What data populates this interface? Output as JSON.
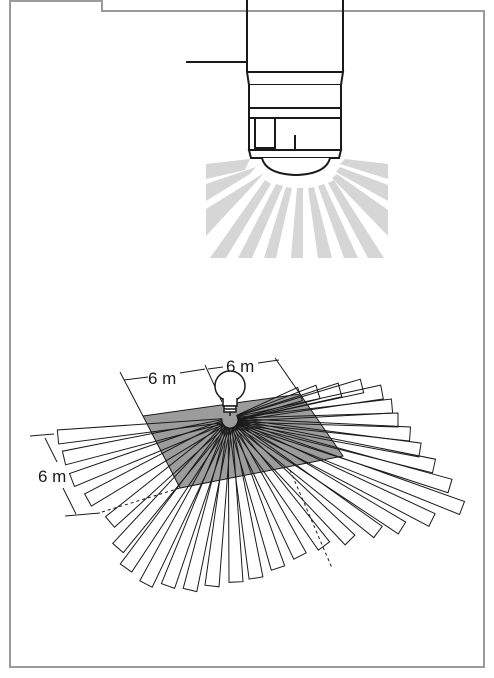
{
  "figure": {
    "width_label_left": "6 m",
    "width_label_right": "6 m",
    "depth_label": "6 m",
    "colors": {
      "line": "#1a1a1a",
      "frame": "#9a9a9a",
      "detection_zone": "#9c9c9c",
      "beam_light": "#d6d6d6"
    },
    "icons": [
      "sensor-housing-icon",
      "lightbulb-icon"
    ]
  }
}
